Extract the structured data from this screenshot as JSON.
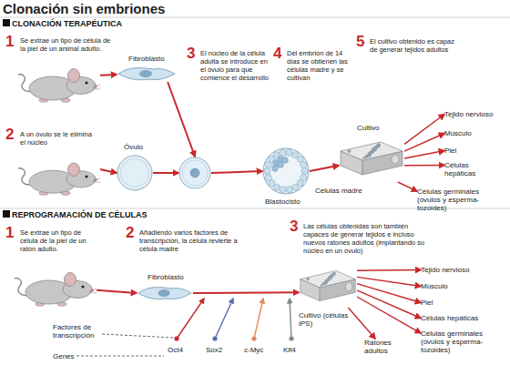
{
  "diagram": {
    "title": "Clonación sin embriones",
    "nodes": [
      {
        "text": [
          "1",
          "Se extrae un tipo de célula de la piel de un animal adulto."
        ]
      },
      {
        "text": [
          "Fibroblasto"
        ]
      },
      {
        "text": [
          "2",
          "A un óvulo se le elimina el núcleo"
        ]
      },
      {
        "text": [
          "Óvulo"
        ]
      },
      {
        "text": [
          "3",
          "El núcleo de la célula adulta se introduce en el óvulo para que comience el desarrollo"
        ]
      },
      {
        "text": [
          "4",
          "Del embrión de 14 días se obtienen las células madre y se cultivan",
          "Blastocisto"
        ]
      },
      {
        "text": [
          "5",
          "El cultivo obtenido es capaz de generar tejidos adultos",
          "Cultivo"
        ]
      },
      {
        "text": [
          "Tejido nervioso"
        ]
      },
      {
        "text": [
          "Músculo"
        ]
      },
      {
        "text": [
          "Piel"
        ]
      },
      {
        "text": [
          "Células hepáticas"
        ]
      },
      {
        "text": [
          "Células germinales (óvulos y esperma- tozoides)"
        ]
      },
      {
        "text": [
          "1",
          "Se extrae un tipo de célula de la piel de un ratón adulto."
        ]
      },
      {
        "text": [
          "Fibroblasto"
        ]
      },
      {
        "text": [
          "3",
          "Las células obtenidas son también capaces de generar tejidos e incluso nuevos ratones adultos (implantando su núcleo en un óvulo)",
          "Cultivo (células iPS)"
        ]
      },
      {
        "text": [
          "Tejido nervioso"
        ]
      },
      {
        "text": [
          "Músculo"
        ]
      },
      {
        "text": [
          "Piel"
        ]
      },
      {
        "text": [
          "Células hepáticas"
        ]
      },
      {
        "text": [
          "Células germinales (óvulos y esperma- tozoides)"
        ]
      },
      {
        "text": [
          "Ratones adultos"
        ]
      }
    ],
    "edges": [
      {
        "from": 0,
        "to": 1,
        "arrow": "to"
      },
      {
        "from": 2,
        "to": 3,
        "arrow": "to"
      },
      {
        "from": 1,
        "to": 4,
        "arrow": "to"
      },
      {
        "from": 3,
        "to": 4,
        "arrow": "to"
      },
      {
        "from": 4,
        "to": 5,
        "arrow": "to"
      },
      {
        "from": 5,
        "to": 6,
        "label": "Células madre",
        "arrow": "to"
      },
      {
        "from": 6,
        "to": 7,
        "arrow": "to"
      },
      {
        "from": 6,
        "to": 8,
        "arrow": "to"
      },
      {
        "from": 6,
        "to": 9,
        "arrow": "to"
      },
      {
        "from": 6,
        "to": 10,
        "arrow": "to"
      },
      {
        "from": 6,
        "to": 11,
        "arrow": "to"
      },
      {
        "from": 12,
        "to": 13,
        "arrow": "to"
      },
      {
        "from": 13,
        "to": 14,
        "arrow": "to"
      },
      {
        "from": 14,
        "to": 15,
        "arrow": "to"
      },
      {
        "from": 14,
        "to": 16,
        "arrow": "to"
      },
      {
        "from": 14,
        "to": 17,
        "arrow": "to"
      },
      {
        "from": 14,
        "to": 18,
        "arrow": "to"
      },
      {
        "from": 14,
        "to": 19,
        "arrow": "to"
      },
      {
        "from": 14,
        "to": 20,
        "arrow": "to"
      }
    ],
    "labels": [
      "CLONACIÓN TERAPÉUTICA",
      "REPROGRAMACIÓN DE CÉLULAS",
      "2",
      "Añadiendo varios factores de transcripción, la célula revierte a célula madre",
      "Factores de transcripción",
      "Genes",
      "Oct4",
      "Sox2",
      "c-Myc",
      "Klf4"
    ]
  }
}
